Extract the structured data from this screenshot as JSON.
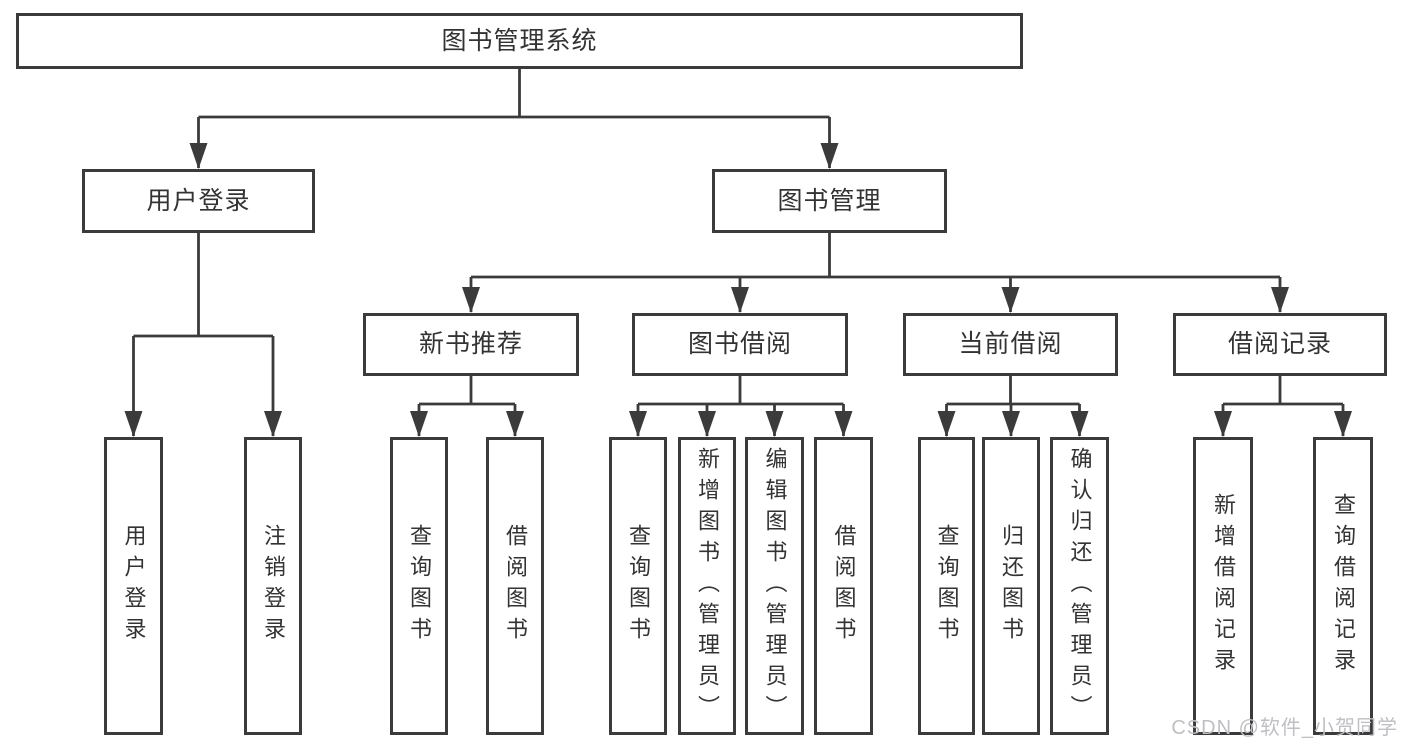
{
  "diagram": {
    "root": {
      "label": "图书管理系统"
    },
    "branches": [
      {
        "label": "用户登录",
        "children": [
          {
            "label": "用户登录"
          },
          {
            "label": "注销登录"
          }
        ]
      },
      {
        "label": "图书管理",
        "children": [
          {
            "label": "新书推荐",
            "children": [
              {
                "label": "查询图书"
              },
              {
                "label": "借阅图书"
              }
            ]
          },
          {
            "label": "图书借阅",
            "children": [
              {
                "label": "查询图书"
              },
              {
                "label": "新增图书（管理员）"
              },
              {
                "label": "编辑图书（管理员）"
              },
              {
                "label": "借阅图书"
              }
            ]
          },
          {
            "label": "当前借阅",
            "children": [
              {
                "label": "查询图书"
              },
              {
                "label": "归还图书"
              },
              {
                "label": "确认归还（管理员）"
              }
            ]
          },
          {
            "label": "借阅记录",
            "children": [
              {
                "label": "新增借阅记录"
              },
              {
                "label": "查询借阅记录"
              }
            ]
          }
        ]
      }
    ]
  },
  "watermark": {
    "text": "CSDN @软件_小贺同学"
  },
  "colors": {
    "line": "#3b3b3b",
    "text": "#333333",
    "background": "#ffffff",
    "watermark": "#bfbfc4"
  }
}
